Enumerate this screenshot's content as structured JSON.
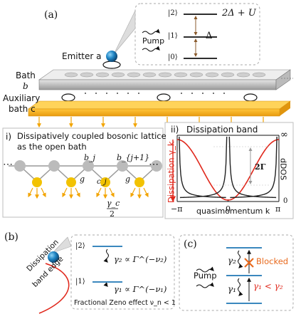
{
  "panel_a": {
    "label": "(a)",
    "emitter_label": "Emitter a",
    "pump_label": "Pump",
    "levels": [
      "|2⟩",
      "|1⟩",
      "|0⟩"
    ],
    "energy_2": "2Δ + U",
    "energy_1": "Δ",
    "bath_label": "Bath",
    "bath_symbol": "b",
    "aux_label": "Auxiliary",
    "aux_label2": "bath c"
  },
  "panel_i": {
    "label": "i)",
    "title_line1": "Dissipatively coupled bosonic lattice",
    "title_line2": "as the open bath",
    "site_j": "b_j",
    "site_j1": "b_{j+1}",
    "coupling": "g",
    "aux_site": "c_j",
    "rate_num": "γ_c",
    "rate_den": "2",
    "ellipsis": "⋯"
  },
  "panel_ii": {
    "label": "ii)",
    "title": "Dissipation band",
    "ylabel_left": "Dissipation γ_k",
    "ylabel_right": "dDOS",
    "xlabel": "quasimomentum k",
    "xticks": [
      "−π",
      "0",
      "π"
    ],
    "right_top": "∞",
    "right_bottom": "0",
    "gap_label": "2Γ",
    "colors": {
      "dissipation": "#e0281c",
      "dos": "#222222"
    }
  },
  "panel_b": {
    "label": "(b)",
    "edge_label_1": "Dissipation",
    "edge_label_2": "band edge",
    "level_2": "|2⟩",
    "level_1": "|1⟩",
    "rate_2": "γ₂ ∝ Γ^(−ν₂)",
    "rate_1": "γ₁ ∝ Γ^(−ν₁)",
    "caption": "Fractional Zeno effect ν_n < 1"
  },
  "panel_c": {
    "label": "(c)",
    "pump_label": "Pump",
    "gamma2": "γ₂",
    "gamma1": "γ₁",
    "blocked": "Blocked",
    "condition": "γ₁ < γ₂",
    "colors": {
      "blocked": "#e86a1e",
      "condition": "#e0281c",
      "level": "#1f77b4"
    }
  },
  "chart_data": {
    "type": "line",
    "title": "Dissipation band",
    "xlabel": "quasimomentum k",
    "ylabel": "Dissipation γ_k",
    "y2label": "dDOS",
    "xticks": [
      "−π",
      "0",
      "π"
    ],
    "series": [
      {
        "name": "Dissipation γ_k",
        "x": [
          -3.1416,
          -2.3562,
          -1.5708,
          -0.7854,
          0,
          0.7854,
          1.5708,
          2.3562,
          3.1416
        ],
        "y": [
          2.0,
          1.707,
          1.0,
          0.293,
          0.0,
          0.293,
          1.0,
          1.707,
          2.0
        ]
      },
      {
        "name": "dDOS",
        "note": "diverges at band edges"
      }
    ]
  }
}
